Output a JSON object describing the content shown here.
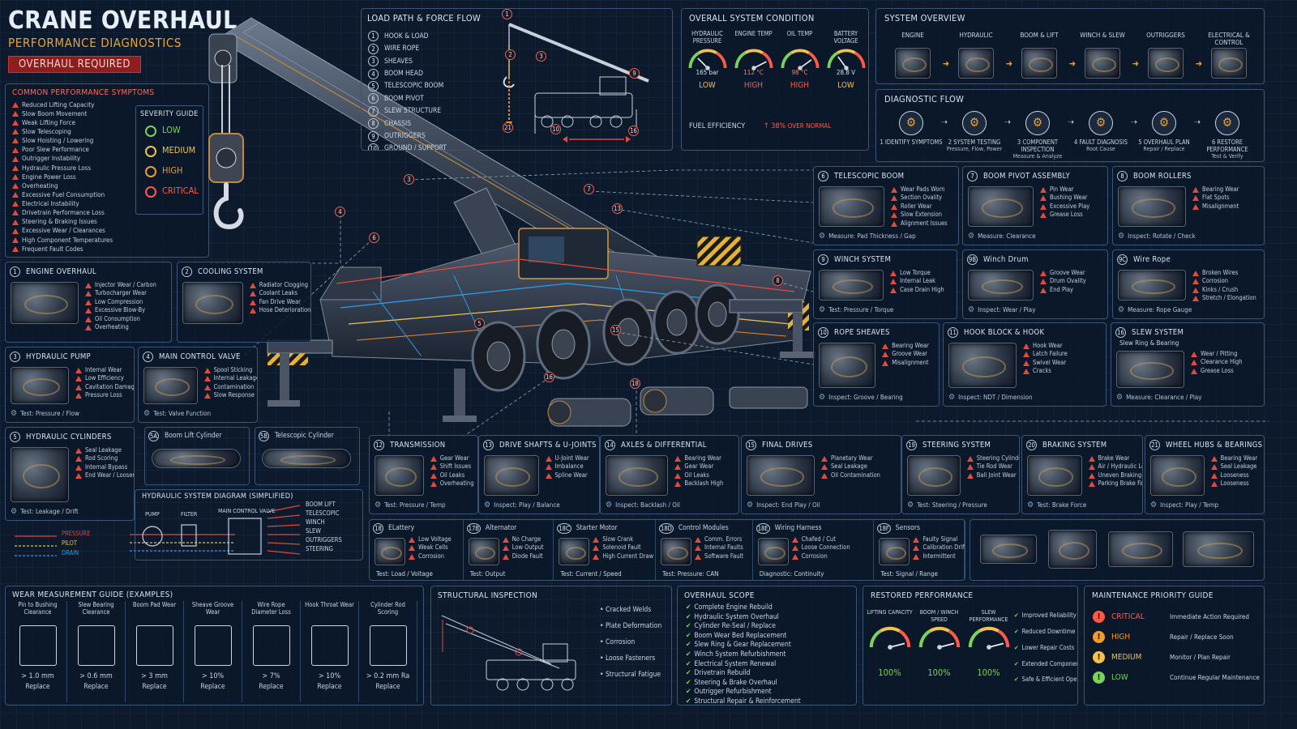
{
  "header": {
    "title": "CRANE OVERHAUL",
    "subtitle": "PERFORMANCE DIAGNOSTICS",
    "badge": "OVERHAUL REQUIRED"
  },
  "symptoms": {
    "title": "COMMON PERFORMANCE SYMPTOMS",
    "items": [
      "Reduced Lifting Capacity",
      "Slow Boom Movement",
      "Weak Lifting Force",
      "Slow Telescoping",
      "Slow Hoisting / Lowering",
      "Poor Slew Performance",
      "Outrigger Instability",
      "Hydraulic Pressure Loss",
      "Engine Power Loss",
      "Overheating",
      "Excessive Fuel Consumption",
      "Electrical Instability",
      "Drivetrain Performance Loss",
      "Steering & Braking Issues",
      "Excessive Wear / Clearances",
      "High Component Temperatures",
      "Frequent Fault Codes"
    ]
  },
  "severity": {
    "title": "SEVERITY GUIDE",
    "levels": [
      {
        "label": "LOW",
        "color": "#7ad25b"
      },
      {
        "label": "MEDIUM",
        "color": "#f2c14e"
      },
      {
        "label": "HIGH",
        "color": "#f39a2e"
      },
      {
        "label": "CRITICAL",
        "color": "#ff5a48"
      }
    ]
  },
  "load_path": {
    "title": "LOAD PATH & FORCE FLOW",
    "items": [
      {
        "n": "1",
        "t": "HOOK & LOAD"
      },
      {
        "n": "2",
        "t": "WIRE ROPE"
      },
      {
        "n": "3",
        "t": "SHEAVES"
      },
      {
        "n": "4",
        "t": "BOOM HEAD"
      },
      {
        "n": "5",
        "t": "TELESCOPIC BOOM"
      },
      {
        "n": "6",
        "t": "BOOM PIVOT"
      },
      {
        "n": "7",
        "t": "SLEW STRUCTURE"
      },
      {
        "n": "8",
        "t": "CHASSIS"
      },
      {
        "n": "9",
        "t": "OUTRIGGERS"
      },
      {
        "n": "10",
        "t": "GROUND / SUPPORT"
      }
    ]
  },
  "condition": {
    "title": "OVERALL SYSTEM CONDITION",
    "gauges": [
      {
        "label": "HYDRAULIC PRESSURE",
        "value": "165 bar",
        "status": "LOW",
        "level": 0.25
      },
      {
        "label": "ENGINE TEMP",
        "value": "112 °C",
        "status": "HIGH",
        "level": 0.85
      },
      {
        "label": "OIL TEMP",
        "value": "98 °C",
        "status": "HIGH",
        "level": 0.8
      },
      {
        "label": "BATTERY VOLTAGE",
        "value": "28.8 V",
        "status": "LOW",
        "level": 0.3
      }
    ],
    "fuel_label": "FUEL EFFICIENCY",
    "fuel_value": "38%",
    "fuel_note": "OVER NORMAL"
  },
  "overview": {
    "title": "SYSTEM OVERVIEW",
    "items": [
      "ENGINE",
      "HYDRAULIC",
      "BOOM & LIFT",
      "WINCH & SLEW",
      "OUTRIGGERS",
      "ELECTRICAL & CONTROL"
    ]
  },
  "diag_flow": {
    "title": "DIAGNOSTIC FLOW",
    "steps": [
      {
        "t": "1 IDENTIFY SYMPTOMS",
        "s": ""
      },
      {
        "t": "2 SYSTEM TESTING",
        "s": "Pressure, Flow, Power"
      },
      {
        "t": "3 COMPONENT INSPECTION",
        "s": "Measure & Analyze"
      },
      {
        "t": "4 FAULT DIAGNOSIS",
        "s": "Root Cause"
      },
      {
        "t": "5 OVERHAUL PLAN",
        "s": "Repair / Replace"
      },
      {
        "t": "6 RESTORE PERFORMANCE",
        "s": "Test & Verify"
      }
    ]
  },
  "comps": [
    {
      "n": "1",
      "title": "ENGINE OVERHAUL",
      "items": [
        "Injector Wear / Carbon",
        "Turbocharger Wear",
        "Low Compression",
        "Excessive Blow-By",
        "Oil Consumption",
        "Overheating"
      ],
      "foot": ""
    },
    {
      "n": "2",
      "title": "COOLING SYSTEM",
      "items": [
        "Radiator Clogging",
        "Coolant Leaks",
        "Fan Drive Wear",
        "Hose Deterioration"
      ],
      "foot": ""
    },
    {
      "n": "3",
      "title": "HYDRAULIC PUMP",
      "items": [
        "Internal Wear",
        "Low Efficiency",
        "Cavitation Damage",
        "Pressure Loss"
      ],
      "foot": "Test: Pressure / Flow"
    },
    {
      "n": "4",
      "title": "MAIN CONTROL VALVE",
      "items": [
        "Spool Sticking",
        "Internal Leakage",
        "Contamination",
        "Slow Response"
      ],
      "foot": "Test: Valve Function"
    },
    {
      "n": "5",
      "title": "HYDRAULIC CYLINDERS",
      "items": [
        "Seal Leakage",
        "Rod Scoring",
        "Internal Bypass",
        "End Wear / Looseness"
      ],
      "foot": "Test: Leakage / Drift"
    },
    {
      "n": "6",
      "title": "TELESCOPIC BOOM",
      "items": [
        "Wear Pads Worn",
        "Section Ovality",
        "Roller Wear",
        "Slow Extension",
        "Alignment Issues"
      ],
      "foot": "Measure: Pad Thickness / Gap"
    },
    {
      "n": "7",
      "title": "BOOM PIVOT ASSEMBLY",
      "items": [
        "Pin Wear",
        "Bushing Wear",
        "Excessive Play",
        "Grease Loss"
      ],
      "foot": "Measure: Clearance"
    },
    {
      "n": "8",
      "title": "BOOM ROLLERS",
      "items": [
        "Bearing Wear",
        "Flat Spots",
        "Misalignment"
      ],
      "foot": "Inspect: Rotate / Check"
    },
    {
      "n": "9",
      "title": "WINCH SYSTEM",
      "items": [
        "Low Torque",
        "Internal Leak",
        "Case Drain High"
      ],
      "foot": "Test: Pressure / Torque"
    },
    {
      "n": "9B",
      "title": "Winch Drum",
      "items": [
        "Groove Wear",
        "Drum Ovality",
        "End Play"
      ],
      "foot": "Inspect: Wear / Play"
    },
    {
      "n": "9C",
      "title": "Wire Rope",
      "items": [
        "Broken Wires",
        "Corrosion",
        "Kinks / Crush",
        "Stretch / Elongation"
      ],
      "foot": "Measure: Rope Gauge"
    },
    {
      "n": "10",
      "title": "ROPE SHEAVES",
      "items": [
        "Bearing Wear",
        "Groove Wear",
        "Misalignment"
      ],
      "foot": "Inspect: Groove / Bearing"
    },
    {
      "n": "11",
      "title": "HOOK BLOCK & HOOK",
      "items": [
        "Hook Wear",
        "Latch Failure",
        "Swivel Wear",
        "Cracks"
      ],
      "foot": "Inspect: NDT / Dimension"
    },
    {
      "n": "16",
      "title": "SLEW SYSTEM",
      "items": [
        "Wear / Pitting",
        "Clearance High",
        "Grease Loss"
      ],
      "foot": "Measure: Clearance / Play",
      "sub": "Slew Ring & Bearing"
    },
    {
      "n": "12",
      "title": "TRANSMISSION",
      "items": [
        "Gear Wear",
        "Shift Issues",
        "Oil Leaks",
        "Overheating"
      ],
      "foot": "Test: Pressure / Temp"
    },
    {
      "n": "13",
      "title": "DRIVE SHAFTS & U-JOINTS",
      "items": [
        "U-Joint Wear",
        "Imbalance",
        "Spline Wear"
      ],
      "foot": "Inspect: Play / Balance"
    },
    {
      "n": "14",
      "title": "AXLES & DIFFERENTIAL",
      "items": [
        "Bearing Wear",
        "Gear Wear",
        "Oil Leaks",
        "Backlash High"
      ],
      "foot": "Inspect: Backlash / Oil"
    },
    {
      "n": "15",
      "title": "FINAL DRIVES",
      "items": [
        "Planetary Wear",
        "Seal Leakage",
        "Oil Contamination"
      ],
      "foot": "Inspect: End Play / Oil"
    },
    {
      "n": "19",
      "title": "STEERING SYSTEM",
      "items": [
        "Steering Cylinder Leak",
        "Tie Rod Wear",
        "Ball Joint Wear"
      ],
      "foot": "Test: Steering / Pressure"
    },
    {
      "n": "20",
      "title": "BRAKING SYSTEM",
      "items": [
        "Brake Wear",
        "Air / Hydraulic Leak",
        "Uneven Braking",
        "Parking Brake Fault"
      ],
      "foot": "Test: Brake Force"
    },
    {
      "n": "21",
      "title": "WHEEL HUBS & BEARINGS",
      "items": [
        "Bearing Wear",
        "Seal Leakage",
        "Looseness",
        "Looseness"
      ],
      "foot": "Inspect: Play / Temp"
    }
  ],
  "cyl_sub": [
    {
      "n": "5A",
      "t": "Boom Lift Cylinder"
    },
    {
      "n": "5B",
      "t": "Telescopic Cylinder"
    }
  ],
  "hyd_diag": {
    "title": "HYDRAULIC SYSTEM DIAGRAM (SIMPLIFIED)",
    "pump": "PUMP",
    "filter": "FILTER",
    "valve": "MAIN CONTROL VALVE",
    "outs": [
      "BOOM LIFT",
      "TELESCOPIC",
      "WINCH",
      "SLEW",
      "OUTRIGGERS",
      "STEERING"
    ],
    "legend": [
      {
        "t": "PRESSURE",
        "c": "#e2453a"
      },
      {
        "t": "PILOT",
        "c": "#e8c04a"
      },
      {
        "t": "DRAIN",
        "c": "#2f9be0"
      }
    ]
  },
  "elec": [
    {
      "n": "18",
      "title": "ELattery",
      "items": [
        "Low Voltage",
        "Weak Cells",
        "Corrosion"
      ],
      "foot": "Test: Load / Voltage"
    },
    {
      "n": "17B",
      "title": "Alternator",
      "items": [
        "No Charge",
        "Low Output",
        "Diode Fault"
      ],
      "foot": "Test: Output"
    },
    {
      "n": "18C",
      "title": "Starter Motor",
      "items": [
        "Slow Crank",
        "Solenoid Fault",
        "High Current Draw"
      ],
      "foot": "Test: Current / Speed"
    },
    {
      "n": "18D",
      "title": "Control Modules",
      "items": [
        "Comm. Errors",
        "Internal Faults",
        "Software Fault"
      ],
      "foot": "Test: Pressure: CAN"
    },
    {
      "n": "18E",
      "title": "Wiring Harness",
      "items": [
        "Chafed / Cut",
        "Loose Connection",
        "Corrosion"
      ],
      "foot": "Diagnostic: Continuity"
    },
    {
      "n": "18F",
      "title": "Sensors",
      "items": [
        "Faulty Signal",
        "Calibration Drift",
        "Intermittent"
      ],
      "foot": "Test: Signal / Range"
    }
  ],
  "wear": {
    "title": "WEAR MEASUREMENT GUIDE (EXAMPLES)",
    "items": [
      {
        "t": "Pin to Bushing Clearance",
        "v": "> 1.0 mm",
        "a": "Replace"
      },
      {
        "t": "Slew Bearing Clearance",
        "v": "> 0.6 mm",
        "a": "Replace"
      },
      {
        "t": "Boom Pad Wear",
        "v": "> 3 mm",
        "a": "Replace"
      },
      {
        "t": "Sheave Groove Wear",
        "v": "> 10%",
        "a": "Replace"
      },
      {
        "t": "Wire Rope Diameter Loss",
        "v": "> 7%",
        "a": "Replace"
      },
      {
        "t": "Hook Throat Wear",
        "v": "> 10%",
        "a": "Replace"
      },
      {
        "t": "Cylinder Rod Scoring",
        "v": "> 0.2 mm Ra",
        "a": "Replace"
      }
    ]
  },
  "structural": {
    "title": "STRUCTURAL INSPECTION",
    "items": [
      "Cracked Welds",
      "Plate Deformation",
      "Corrosion",
      "Loose Fasteners",
      "Structural Fatigue"
    ]
  },
  "scope": {
    "title": "OVERHAUL SCOPE",
    "items": [
      "Complete Engine Rebuild",
      "Hydraulic System Overhaul",
      "Cylinder Re-Seal / Replace",
      "Boom Wear Bed Replacement",
      "Slew Ring & Gear Replacement",
      "Winch System Refurbishment",
      "Electrical System Renewal",
      "Drivetrain Rebuild",
      "Steering & Brake Overhaul",
      "Outrigger Refurbishment",
      "Structural Repair & Reinforcement"
    ]
  },
  "restored": {
    "title": "RESTORED PERFORMANCE",
    "gauges": [
      {
        "label": "LIFTING CAPACITY",
        "value": "100%"
      },
      {
        "label": "BOOM / WINCH SPEED",
        "value": "100%"
      },
      {
        "label": "SLEW PERFORMANCE",
        "value": "100%"
      }
    ],
    "benefits": [
      "Improved Reliability",
      "Reduced Downtime",
      "Lower Repair Costs",
      "Extended Component",
      "Safe & Efficient Operation"
    ]
  },
  "priority": {
    "title": "MAINTENANCE PRIORITY GUIDE",
    "levels": [
      {
        "label": "CRITICAL",
        "action": "Immediate Action Required",
        "color": "#ff5a48"
      },
      {
        "label": "HIGH",
        "action": "Repair / Replace Soon",
        "color": "#f39a2e"
      },
      {
        "label": "MEDIUM",
        "action": "Monitor / Plan Repair",
        "color": "#f2c14e"
      },
      {
        "label": "LOW",
        "action": "Continue Regular Maintenance",
        "color": "#7ad25b"
      }
    ]
  },
  "callouts": [
    "1",
    "2",
    "3",
    "3",
    "4",
    "5",
    "6",
    "7",
    "13",
    "8",
    "15",
    "18",
    "16",
    "21",
    "9",
    "10",
    "16"
  ]
}
